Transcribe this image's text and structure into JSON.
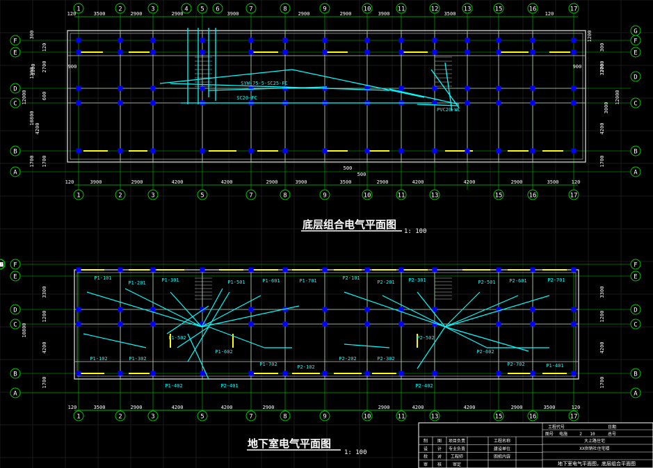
{
  "plans": [
    {
      "title": "底层组合电气平面图",
      "scale": "1: 100",
      "grid_top": [
        "1",
        "2",
        "3",
        "4",
        "5",
        "6",
        "7",
        "8",
        "9",
        "10",
        "11",
        "12",
        "13",
        "15",
        "16",
        "17"
      ],
      "grid_bottom": [
        "1",
        "2",
        "3",
        "5",
        "7",
        "8",
        "9",
        "10",
        "11",
        "13",
        "15",
        "16",
        "17"
      ],
      "rows_left": [
        "F",
        "E",
        "D",
        "C",
        "B",
        "A"
      ],
      "rows_right": [
        "G",
        "F",
        "E",
        "D",
        "C",
        "B",
        "A"
      ],
      "dims_top": [
        "120",
        "3500",
        "2900",
        "2900",
        "3900",
        "2900",
        "2900",
        "3900",
        "3500",
        "120"
      ],
      "dims_bottom": [
        "120",
        "3900",
        "2900",
        "4200",
        "4200",
        "2900",
        "3900",
        "3500",
        "2900",
        "4200",
        "4200",
        "2900",
        "3500",
        "120"
      ],
      "dims_left": [
        "120",
        "300",
        "1200",
        "2700",
        "3300",
        "600",
        "10800",
        "12000",
        "4200",
        "1700",
        "1700"
      ],
      "dims_right": [
        "300",
        "1200",
        "2700",
        "3300",
        "12000",
        "3000",
        "4200",
        "1700"
      ],
      "labels": [
        "SYW-75-5-SC25-FC",
        "SC20-FC",
        "PVC20-WC",
        "500",
        "500",
        "300",
        "900",
        "900",
        "1800"
      ]
    },
    {
      "title": "地下室电气平面图",
      "scale": "1: 100",
      "grid_top": [
        "1",
        "2",
        "3",
        "5",
        "7",
        "8",
        "9",
        "10",
        "11",
        "13",
        "15",
        "16",
        "17"
      ],
      "grid_bottom": [
        "1",
        "2",
        "3",
        "5",
        "7",
        "8",
        "9",
        "10",
        "11",
        "13",
        "15",
        "16",
        "17"
      ],
      "rows_left": [
        "F",
        "E",
        "D",
        "C",
        "B",
        "A"
      ],
      "rows_right": [
        "F",
        "E",
        "D",
        "C",
        "B",
        "A"
      ],
      "dims_top": [
        "120",
        "3500",
        "2900",
        "4200",
        "4200",
        "2900",
        "2900",
        "4200",
        "4200",
        "2900",
        "3500",
        "120"
      ],
      "dims_left": [
        "3300",
        "1200",
        "10800",
        "4200",
        "1700"
      ],
      "dims_right": [
        "3300",
        "1200",
        "4200",
        "1700"
      ],
      "rooms": [
        "P1-101",
        "P1-201",
        "P1-301",
        "P1-501",
        "P1-601",
        "P1-701",
        "P2-101",
        "P2-201",
        "P2-301",
        "P2-501",
        "P2-601",
        "P2-701",
        "P1-102",
        "P1-302",
        "P1-502",
        "P1-602",
        "P1-702",
        "P2-102",
        "P2-202",
        "P2-302",
        "P2-502",
        "P2-602",
        "P2-702",
        "P1-401",
        "P1-402",
        "P2-401",
        "P2-402"
      ]
    }
  ],
  "title_block": {
    "rows": [
      [
        "制",
        "图",
        "项目负责",
        "",
        "工程名称",
        "大上路住宅"
      ],
      [
        "设",
        "计",
        "专业负责",
        "",
        "建设单位",
        "XX供销社住宅楼"
      ],
      [
        "校",
        "对",
        "工程师",
        "",
        "图纸内容",
        "地下室电气平面图，底层组合平面图"
      ],
      [
        "审",
        "核",
        "审定",
        "",
        "",
        " "
      ]
    ],
    "header": [
      "工程代号",
      "",
      "日期",
      ""
    ],
    "sub": [
      "图号",
      "电施",
      "2",
      "10",
      "总号",
      ""
    ]
  },
  "colors": {
    "background": "#000000",
    "grid_lines": "#00c800",
    "walls": "#c8c8c8",
    "columns": "#0000ff",
    "windows": "#ffff00",
    "wiring": "#00ffff",
    "text": "#ffffff"
  }
}
